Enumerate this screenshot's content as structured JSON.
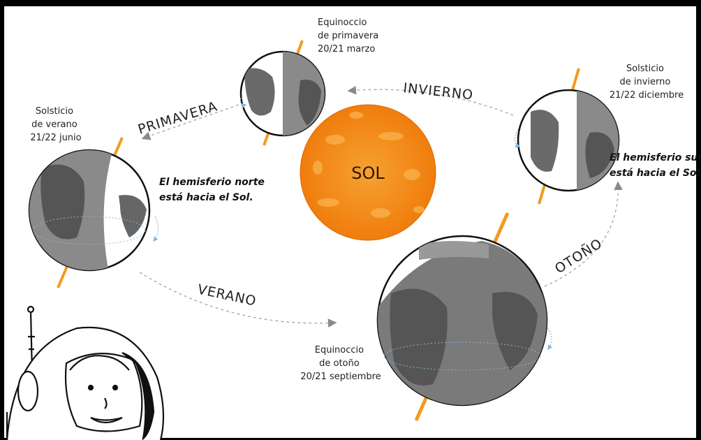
{
  "sun": {
    "label": "SOL"
  },
  "seasons": {
    "primavera": "PRIMAVERA",
    "invierno": "INVIERNO",
    "verano": "VERANO",
    "otono": "OTOÑO"
  },
  "events": {
    "spring_equinox": [
      "Equinoccio",
      "de primavera",
      "20/21 marzo"
    ],
    "winter_solstice": [
      "Solsticio",
      "de invierno",
      "21/22 diciembre"
    ],
    "summer_solstice": [
      "Solsticio",
      "de verano",
      "21/22 junio"
    ],
    "autumn_equinox": [
      "Equinoccio",
      "de otoño",
      "20/21 septiembre"
    ]
  },
  "notes": {
    "north": [
      "El hemisferio norte",
      "está hacia el Sol."
    ],
    "south": [
      "El hemisferio sur",
      "está hacia el Sol."
    ]
  },
  "colors": {
    "border": "#000000",
    "background": "#ffffff",
    "axis": "#f39a1e",
    "sun_outer": "#f07d0c",
    "sun_inner": "#f6a232",
    "earth_dark": "#7a7a7a",
    "earth_land": "#545454",
    "orbit": "#aaaaaa",
    "rotation_arrow": "#7fb8e6"
  },
  "icons": [
    "sun-icon",
    "earth-globe-icon",
    "astronaut-icon",
    "orbit-arrow-icon"
  ]
}
